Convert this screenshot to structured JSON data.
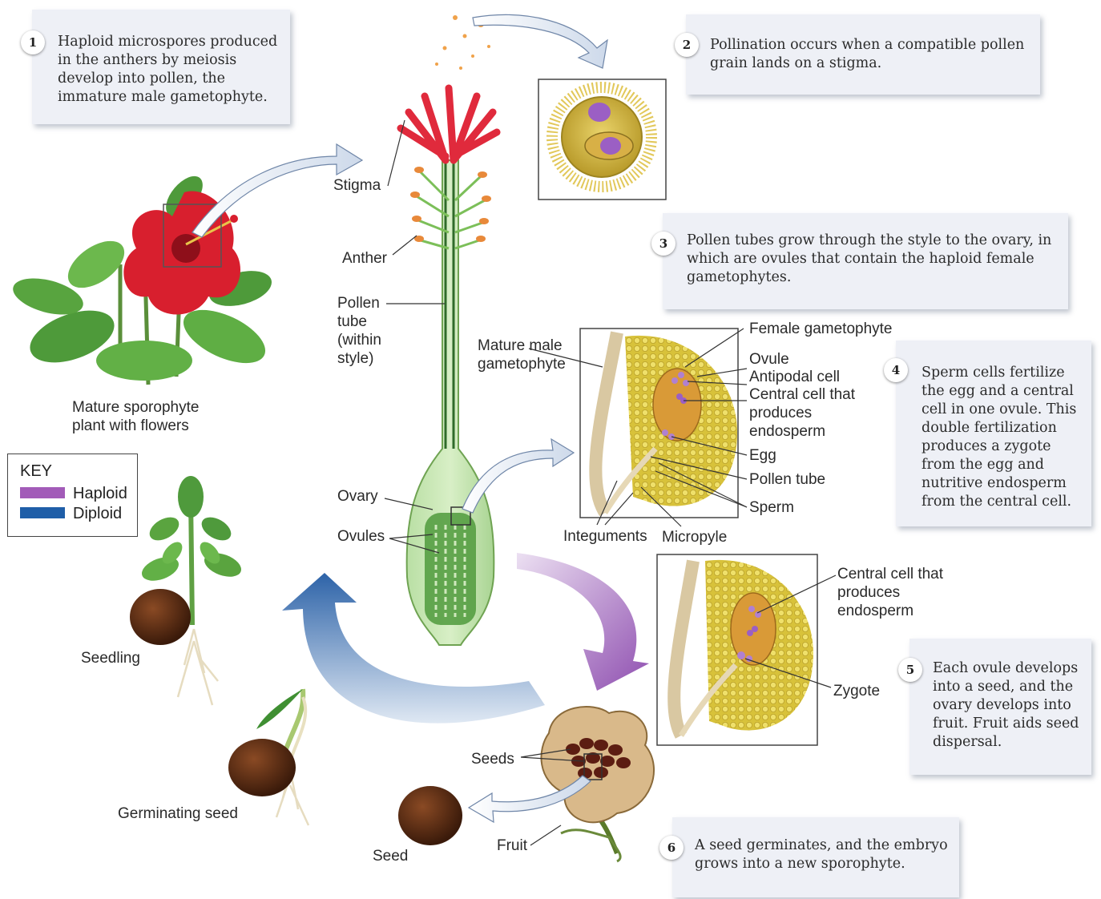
{
  "steps": [
    {
      "num": "1",
      "text": "Haploid microspores produced in the anthers by meiosis develop into pollen, the immature male gametophyte."
    },
    {
      "num": "2",
      "text": "Pollination occurs when a compatible pollen grain lands on a stigma."
    },
    {
      "num": "3",
      "text": "Pollen tubes grow through the style to the ovary, in which are ovules that contain the haploid female gametophytes."
    },
    {
      "num": "4",
      "text": "Sperm cells fertilize the egg and a central cell in one ovule. This double fertilization produces a zygote from the egg and nutritive endosperm from the central cell."
    },
    {
      "num": "5",
      "text": "Each ovule develops into a seed, and the ovary develops into fruit. Fruit aids seed dispersal."
    },
    {
      "num": "6",
      "text": "A seed germinates, and the embryo grows into a new sporophyte."
    }
  ],
  "labels": {
    "stigma": "Stigma",
    "anther": "Anther",
    "pollen_tube_style": "Pollen tube (within style)",
    "mature_sporophyte": "Mature sporophyte plant with flowers",
    "mature_male_gametophyte": "Mature male gametophyte",
    "female_gametophyte": "Female gametophyte",
    "ovule": "Ovule",
    "antipodal_cell": "Antipodal cell",
    "central_cell_endosperm": "Central cell that produces endosperm",
    "egg": "Egg",
    "pollen_tube": "Pollen tube",
    "sperm": "Sperm",
    "integuments": "Integuments",
    "micropyle": "Micropyle",
    "ovary": "Ovary",
    "ovules": "Ovules",
    "central_cell_endosperm_2": "Central cell that produces endosperm",
    "zygote": "Zygote",
    "seeds": "Seeds",
    "fruit": "Fruit",
    "seed": "Seed",
    "seedling": "Seedling",
    "germinating_seed": "Germinating seed"
  },
  "key": {
    "title": "KEY",
    "items": [
      {
        "label": "Haploid",
        "color": "#a25bb8"
      },
      {
        "label": "Diploid",
        "color": "#1f5ea8"
      }
    ]
  }
}
